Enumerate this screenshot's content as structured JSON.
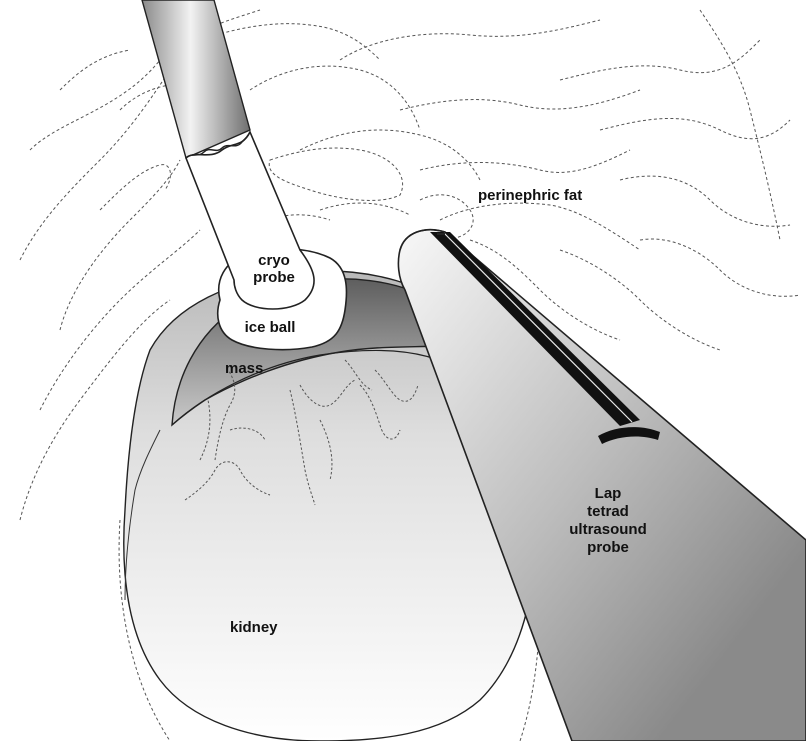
{
  "labels": {
    "perinephric_fat": "perinephric fat",
    "cryo_probe_line1": "cryo",
    "cryo_probe_line2": "probe",
    "ice_ball": "ice ball",
    "mass": "mass",
    "ultrasound_line1": "Lap",
    "ultrasound_line2": "tetrad",
    "ultrasound_line3": "ultrasound",
    "ultrasound_line4": "probe",
    "kidney": "kidney"
  },
  "colors": {
    "background": "#ffffff",
    "outline": "#222222",
    "dashed_tissue": "#555555",
    "probe_dark": "#7a7a7a",
    "probe_light": "#f4f4f4",
    "mass_dark": "#6a6a6a",
    "kidney_light": "#fafafa"
  }
}
